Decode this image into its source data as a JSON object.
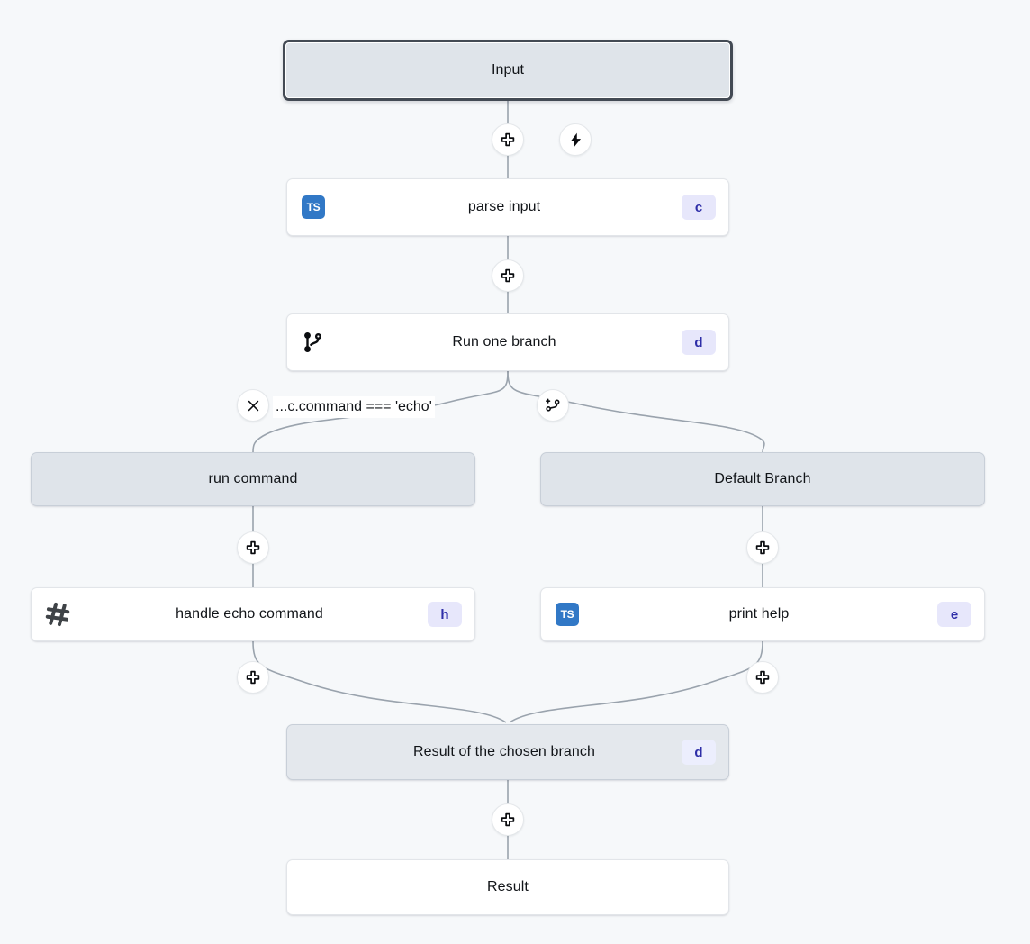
{
  "canvas": {
    "background": "#f6f8fa",
    "edge_color": "#9aa3ad",
    "accent_badge_bg": "#e7e7fb",
    "accent_badge_fg": "#2e2ea8",
    "ts_icon_color": "#3178c6",
    "selected_border": "#434a54",
    "gray_node_bg": "#dfe4ea"
  },
  "nodes": {
    "input": {
      "label": "Input",
      "kind": "input",
      "icon": "none",
      "badge": ""
    },
    "parse_input": {
      "label": "parse input",
      "kind": "step",
      "icon": "typescript-icon",
      "icon_text": "TS",
      "badge": "c"
    },
    "run_one_branch": {
      "label": "Run one branch",
      "kind": "step",
      "icon": "git-branch-icon",
      "badge": "d"
    },
    "run_command": {
      "label": "run command",
      "kind": "branch-container",
      "icon": "none",
      "badge": ""
    },
    "default_branch": {
      "label": "Default Branch",
      "kind": "branch-container",
      "icon": "none",
      "badge": ""
    },
    "handle_echo": {
      "label": "handle echo command",
      "kind": "step",
      "icon": "bash-hash-icon",
      "badge": "h"
    },
    "print_help": {
      "label": "print help",
      "kind": "step",
      "icon": "typescript-icon",
      "icon_text": "TS",
      "badge": "e"
    },
    "branch_result": {
      "label": "Result of the chosen branch",
      "kind": "result",
      "icon": "none",
      "badge": "d"
    },
    "result": {
      "label": "Result",
      "kind": "output",
      "icon": "none",
      "badge": ""
    }
  },
  "edges": {
    "condition_label": "...c.command === 'echo'"
  },
  "controls": {
    "add_input_to_parse": {
      "icon": "plus-icon",
      "tooltip": "Add step"
    },
    "trigger": {
      "icon": "lightning-bolt-icon",
      "tooltip": "Add trigger"
    },
    "add_parse_to_branch": {
      "icon": "plus-icon",
      "tooltip": "Add step"
    },
    "delete_branch": {
      "icon": "close-icon",
      "tooltip": "Delete branch"
    },
    "add_branch": {
      "icon": "git-branch-plus-icon",
      "tooltip": "Add branch"
    },
    "add_left_branch_step": {
      "icon": "plus-icon",
      "tooltip": "Add step"
    },
    "add_right_branch_step": {
      "icon": "plus-icon",
      "tooltip": "Add step"
    },
    "add_after_handle_echo": {
      "icon": "plus-icon",
      "tooltip": "Add step"
    },
    "add_after_print_help": {
      "icon": "plus-icon",
      "tooltip": "Add step"
    },
    "add_before_result": {
      "icon": "plus-icon",
      "tooltip": "Add step"
    }
  }
}
